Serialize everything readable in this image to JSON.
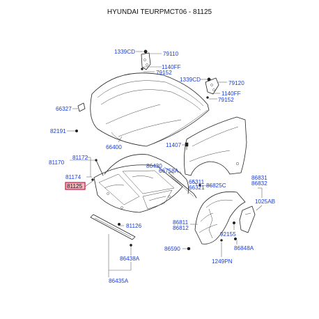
{
  "title": "HYUNDAI TEURPMCT06 - 81125",
  "parts": {
    "p1339cd_a": "1339CD",
    "p79110": "79110",
    "p1140ff_a": "1140FF",
    "p79152_a": "79152",
    "p1339cd_b": "1339CD",
    "p79120": "79120",
    "p1140ff_b": "1140FF",
    "p79152_b": "79152",
    "p66327": "66327",
    "p82191": "82191",
    "p66400": "66400",
    "p11407": "11407",
    "p81172": "81172",
    "p81170": "81170",
    "p81174": "81174",
    "p81125": "81125",
    "p86430": "86430",
    "p66758a": "66758A",
    "p66311": "66311",
    "p66321": "66321",
    "p86825c": "86825C",
    "p86831": "86831",
    "p86832": "86832",
    "p1025ab": "1025AB",
    "p86811": "86811",
    "p86812": "86812",
    "p81126": "81126",
    "p92155": "92155",
    "p86848a": "86848A",
    "p86590": "86590",
    "p1249pn": "1249PN",
    "p86438a": "86438A",
    "p86435a": "86435A"
  }
}
